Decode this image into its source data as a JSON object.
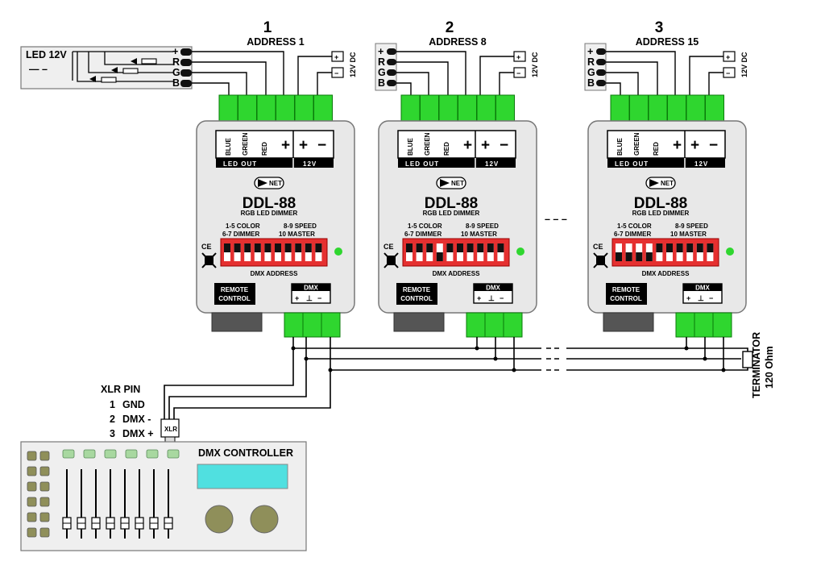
{
  "led_strip": {
    "label": "LED 12V",
    "dash": "— –",
    "pins": [
      "+",
      "R",
      "G",
      "B"
    ]
  },
  "devices": [
    {
      "number": "1",
      "address": "ADDRESS 1",
      "power": "12V DC",
      "dip": [
        false,
        false,
        false,
        false,
        false,
        false,
        false,
        false,
        false,
        false
      ],
      "pins": [
        "+",
        "R",
        "G",
        "B"
      ]
    },
    {
      "number": "2",
      "address": "ADDRESS 8",
      "power": "12V DC",
      "dip": [
        false,
        false,
        false,
        true,
        false,
        false,
        false,
        false,
        false,
        false
      ],
      "pins": [
        "+",
        "R",
        "G",
        "B"
      ]
    },
    {
      "number": "3",
      "address": "ADDRESS 15",
      "power": "12V DC",
      "dip": [
        true,
        true,
        true,
        true,
        false,
        false,
        false,
        false,
        false,
        false
      ],
      "pins": [
        "+",
        "R",
        "G",
        "B"
      ]
    }
  ],
  "module": {
    "out_labels": [
      "BLUE",
      "GREEN",
      "RED",
      "+",
      "+",
      "−"
    ],
    "led_out": "LED  OUT",
    "power_label": "12V",
    "logo": "NET",
    "model": "DDL-88",
    "subtitle": "RGB LED DIMMER",
    "color_line": "1-5 COLOR",
    "dimmer_line": "6-7 DIMMER",
    "speed_line": "8-9 SPEED",
    "master_line": "10 MASTER",
    "ce": "CE",
    "dmx_address": "DMX ADDRESS",
    "remote": [
      "REMOTE",
      "CONTROL"
    ],
    "dmx": "DMX",
    "dmx_pins": [
      "+",
      "⊥",
      "−"
    ]
  },
  "ellipsis": "– – –",
  "terminator": {
    "line1": "TERMINATOR",
    "line2": "120 Ohm"
  },
  "xlr": {
    "title": "XLR PIN",
    "pins": [
      {
        "num": "1",
        "name": "GND"
      },
      {
        "num": "2",
        "name": "DMX -"
      },
      {
        "num": "3",
        "name": "DMX +"
      }
    ],
    "plug_label": "XLR"
  },
  "controller": {
    "label": "DMX CONTROLLER"
  }
}
